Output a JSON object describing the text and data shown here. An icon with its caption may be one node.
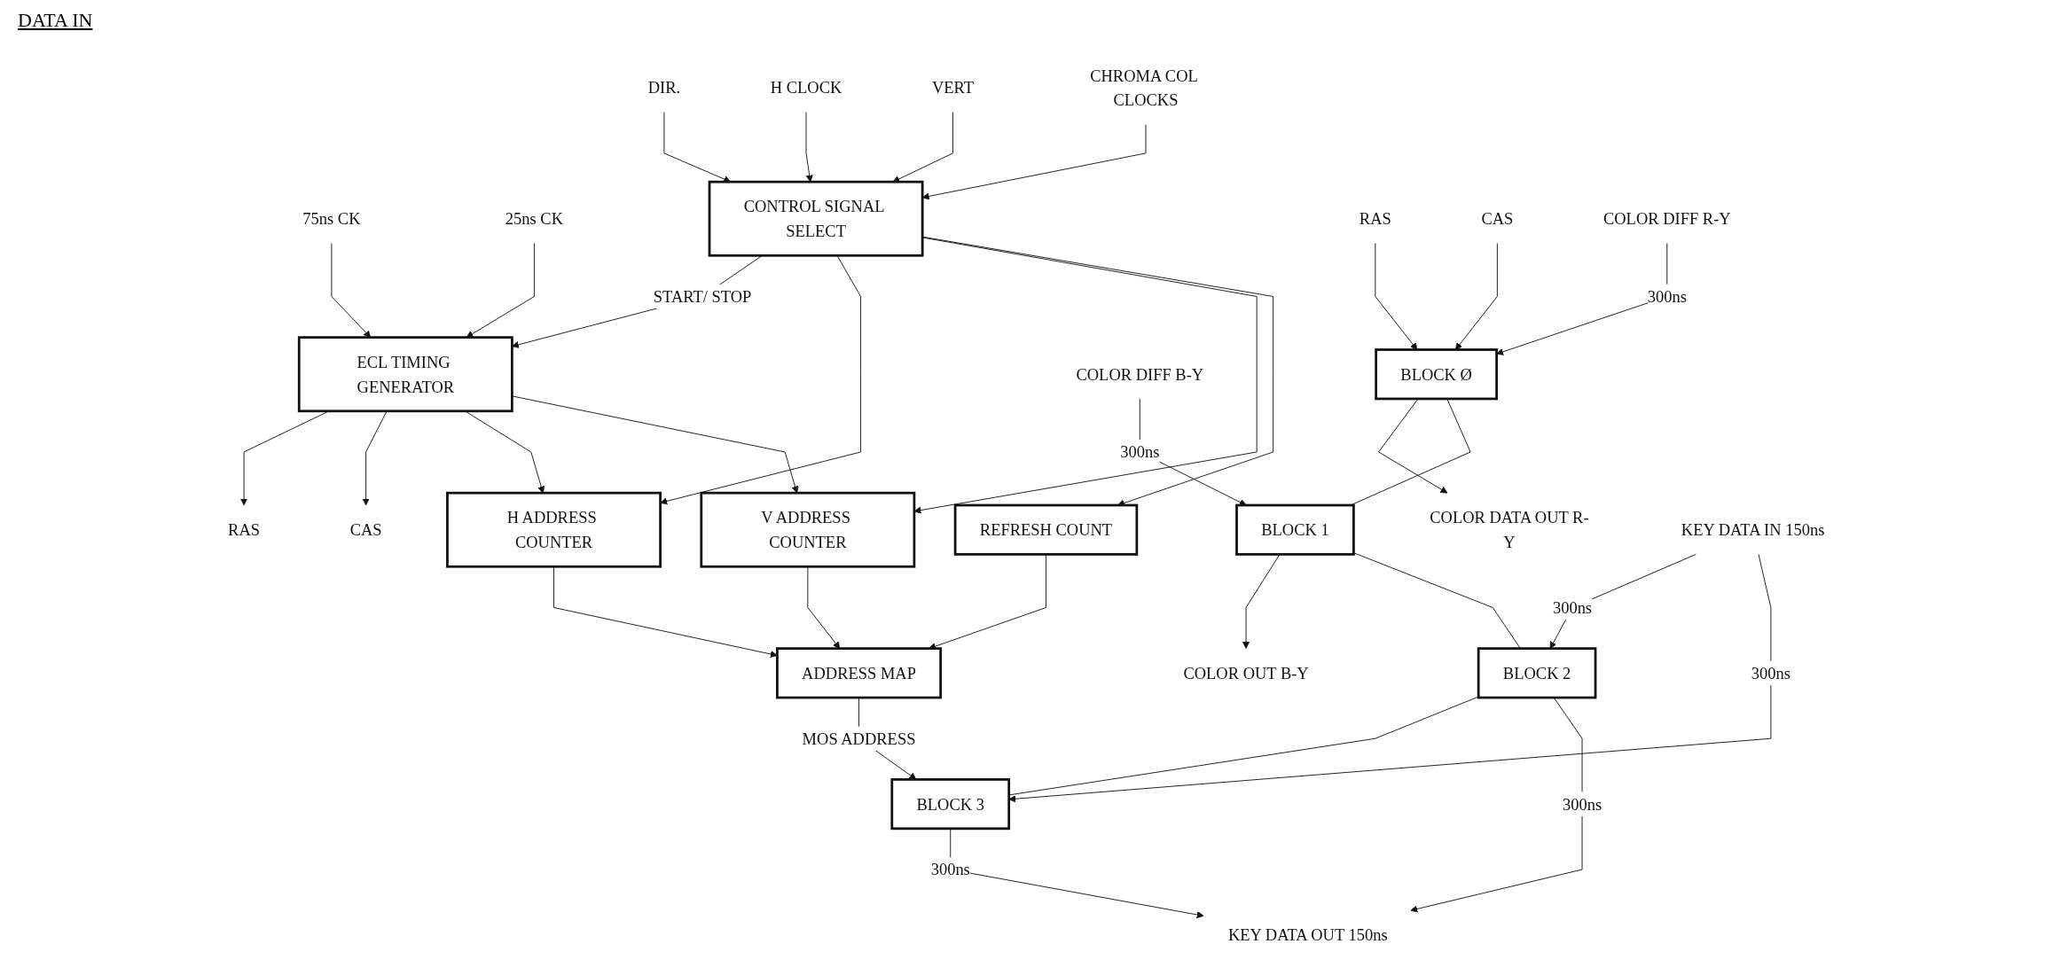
{
  "diagram": {
    "nodes": [
      {
        "text": [
          "75ns CK"
        ]
      },
      {
        "text": [
          "25ns CK"
        ]
      },
      {
        "text": [
          "ECL TIMING GENERATOR"
        ]
      },
      {
        "text": [
          "RAS"
        ]
      },
      {
        "text": [
          "CAS"
        ]
      },
      {
        "text": [
          "DIR."
        ]
      },
      {
        "text": [
          "H CLOCK"
        ]
      },
      {
        "text": [
          "VERT"
        ]
      },
      {
        "text": [
          "CONTROL SIGNAL SELECT"
        ]
      },
      {
        "text": [
          "CHROMA COL CLOCKS"
        ]
      },
      {
        "text": [
          "H ADDRESS COUNTER"
        ]
      },
      {
        "text": [
          "V ADDRESS COUNTER"
        ]
      },
      {
        "text": [
          "REFRESH COUNT"
        ]
      },
      {
        "text": [
          "ADDRESS MAP"
        ]
      },
      {
        "text": [
          "RAS"
        ]
      },
      {
        "text": [
          "CAS"
        ]
      },
      {
        "text": [
          "COLOR DIFF R-Y"
        ]
      },
      {
        "text": [
          "BLOCK Ø"
        ]
      },
      {
        "text": [
          "COLOR DATA OUT R-Y"
        ]
      },
      {
        "text": [
          "COLOR DIFF B-Y"
        ]
      },
      {
        "text": [
          "BLOCK 1"
        ]
      },
      {
        "text": [
          "COLOR OUT B-Y"
        ]
      },
      {
        "text": [
          "KEY DATA IN 150ns"
        ]
      },
      {
        "text": [
          "BLOCK 2"
        ]
      },
      {
        "text": [
          "BLOCK 3"
        ]
      },
      {
        "text": [
          "KEY DATA OUT 150ns"
        ]
      }
    ],
    "edges": [
      {
        "from": 0,
        "to": 2,
        "arrow": "to"
      },
      {
        "from": 1,
        "to": 2,
        "arrow": "to"
      },
      {
        "from": 2,
        "to": 3,
        "arrow": "to"
      },
      {
        "from": 2,
        "to": 4,
        "arrow": "to"
      },
      {
        "from": 8,
        "to": 2,
        "arrow": "to",
        "label": "START/ STOP"
      },
      {
        "from": 5,
        "to": 8,
        "arrow": "to"
      },
      {
        "from": 6,
        "to": 8,
        "arrow": "to"
      },
      {
        "from": 7,
        "to": 8,
        "arrow": "to"
      },
      {
        "from": 9,
        "to": 8,
        "arrow": "to"
      },
      {
        "from": 2,
        "to": 10,
        "arrow": "to"
      },
      {
        "from": 2,
        "to": 11,
        "arrow": "to"
      },
      {
        "from": 8,
        "to": 10,
        "arrow": "to"
      },
      {
        "from": 8,
        "to": 11,
        "arrow": "to"
      },
      {
        "from": 8,
        "to": 12,
        "arrow": "to"
      },
      {
        "from": 12,
        "to": 13,
        "arrow": "to"
      },
      {
        "from": 10,
        "to": 13,
        "arrow": "to"
      },
      {
        "from": 11,
        "to": 13,
        "arrow": "to"
      },
      {
        "from": 13,
        "to": 24,
        "arrow": "to",
        "label": "MOS ADDRESS"
      },
      {
        "from": 14,
        "to": 17,
        "arrow": "to"
      },
      {
        "from": 15,
        "to": 17,
        "arrow": "to"
      },
      {
        "from": 16,
        "to": 17,
        "arrow": "to",
        "label": "300ns"
      },
      {
        "from": 17,
        "to": 18,
        "arrow": "to"
      },
      {
        "from": 17,
        "to": 20,
        "arrow": "none"
      },
      {
        "from": 19,
        "to": 20,
        "arrow": "to",
        "label": "300ns"
      },
      {
        "from": 20,
        "to": 21,
        "arrow": "to"
      },
      {
        "from": 20,
        "to": 23,
        "arrow": "none"
      },
      {
        "from": 22,
        "to": 23,
        "arrow": "to",
        "label": "300ns"
      },
      {
        "from": 22,
        "to": 24,
        "arrow": "to",
        "label": "300ns"
      },
      {
        "from": 23,
        "to": 24,
        "arrow": "none"
      },
      {
        "from": 23,
        "to": 25,
        "arrow": "to",
        "label": "300ns"
      },
      {
        "from": 24,
        "to": 25,
        "arrow": "to",
        "label": "300ns"
      }
    ],
    "labels": [
      "DATA IN"
    ]
  }
}
